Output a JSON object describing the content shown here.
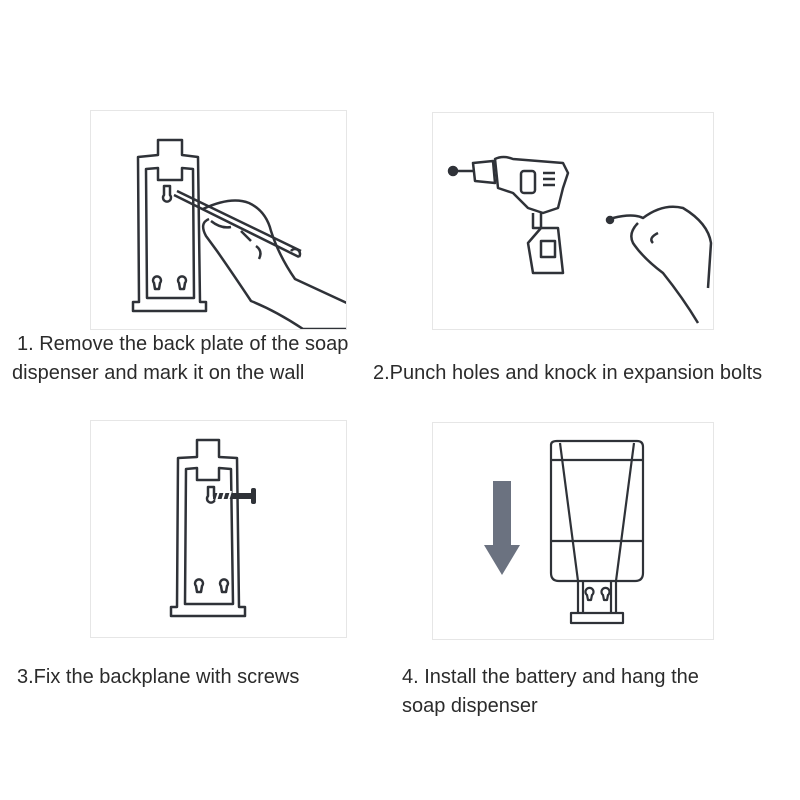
{
  "steps": [
    {
      "number": 1,
      "caption_line1": "1. Remove the back plate of the soap",
      "caption_line2": "dispenser and mark it on the wall",
      "illustration": "hand-marking-back-plate"
    },
    {
      "number": 2,
      "caption_line1": "2.Punch holes and knock in expansion bolts",
      "illustration": "drill-and-expansion-bolt"
    },
    {
      "number": 3,
      "caption_line1": "3.Fix the backplane with screws",
      "illustration": "back-plate-with-screw"
    },
    {
      "number": 4,
      "caption_line1": "4. Install the battery and hang the",
      "caption_line2": "soap dispenser",
      "illustration": "dispenser-hanging-arrow"
    }
  ],
  "colors": {
    "line": "#2f3238",
    "arrow": "#6b7280",
    "border": "#e6e6e6",
    "text": "#2b2b2b"
  }
}
